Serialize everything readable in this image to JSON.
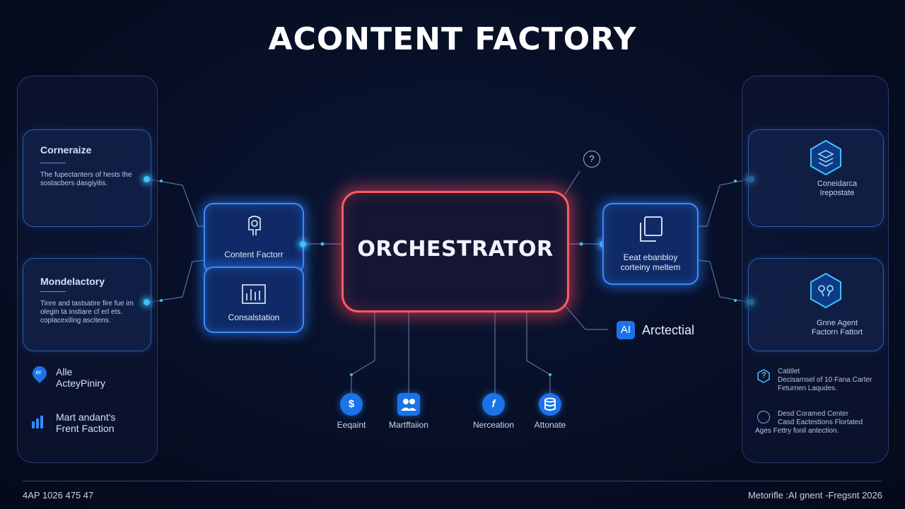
{
  "title": "ACONTENT FACTORY",
  "left_panel": {
    "card1": {
      "title": "Corneraize",
      "desc": "The fupectanters of hests the sostacbers dasgiyitis."
    },
    "card2": {
      "title": "Mondelactory",
      "desc": "Tinre and tastsatire fire fue im olegin ta instiare cf erl ets. coplacexiling ascitens."
    },
    "item1": {
      "badge": "er",
      "line1": "Alle",
      "line2": "ActeyPiniry"
    },
    "item2": {
      "line1": "Mart andant's",
      "line2": "Frent Faction"
    }
  },
  "left_nodes": {
    "top": "Content Factorr",
    "bottom": "Consalstation"
  },
  "center": {
    "label": "ORCHESTRATOR",
    "help": "?"
  },
  "right_node": {
    "line1": "Eeat ebanbloy",
    "line2": "corteiny meltem"
  },
  "ai_tag": {
    "badge": "AI",
    "label": "Arctectial"
  },
  "bottom_items": [
    {
      "glyph": "$",
      "label": "Eeqaint"
    },
    {
      "glyph": "",
      "label": "Martffaiion"
    },
    {
      "glyph": "f",
      "label": "Nerceation"
    },
    {
      "glyph": "",
      "label": "Attonate"
    }
  ],
  "right_panel": {
    "card1": {
      "line1": "Coneidarca",
      "line2": "Irepostate"
    },
    "card2": {
      "line1": "Gnne Agent",
      "line2": "Factorn Fattort"
    },
    "item1": {
      "glyph": "?",
      "l1": "Catitlet",
      "l2": "Decisarnsel of 10 Fana Carter",
      "l3": "Feturnen Laqudes."
    },
    "item2": {
      "l1": "Desd Coramed Center",
      "l2": "Casd Eactestions Flortated",
      "l3": "Ages   Fettry fonil antection."
    }
  },
  "footer": {
    "left": "4AP 1026 475 47",
    "right": "Metorifle :AI gnent -Fregsnt  2026"
  },
  "colors": {
    "accent": "#3a8bff",
    "orchestrator": "#ff5a64",
    "glow": "#3cc3ff",
    "background": "#070c1f"
  }
}
